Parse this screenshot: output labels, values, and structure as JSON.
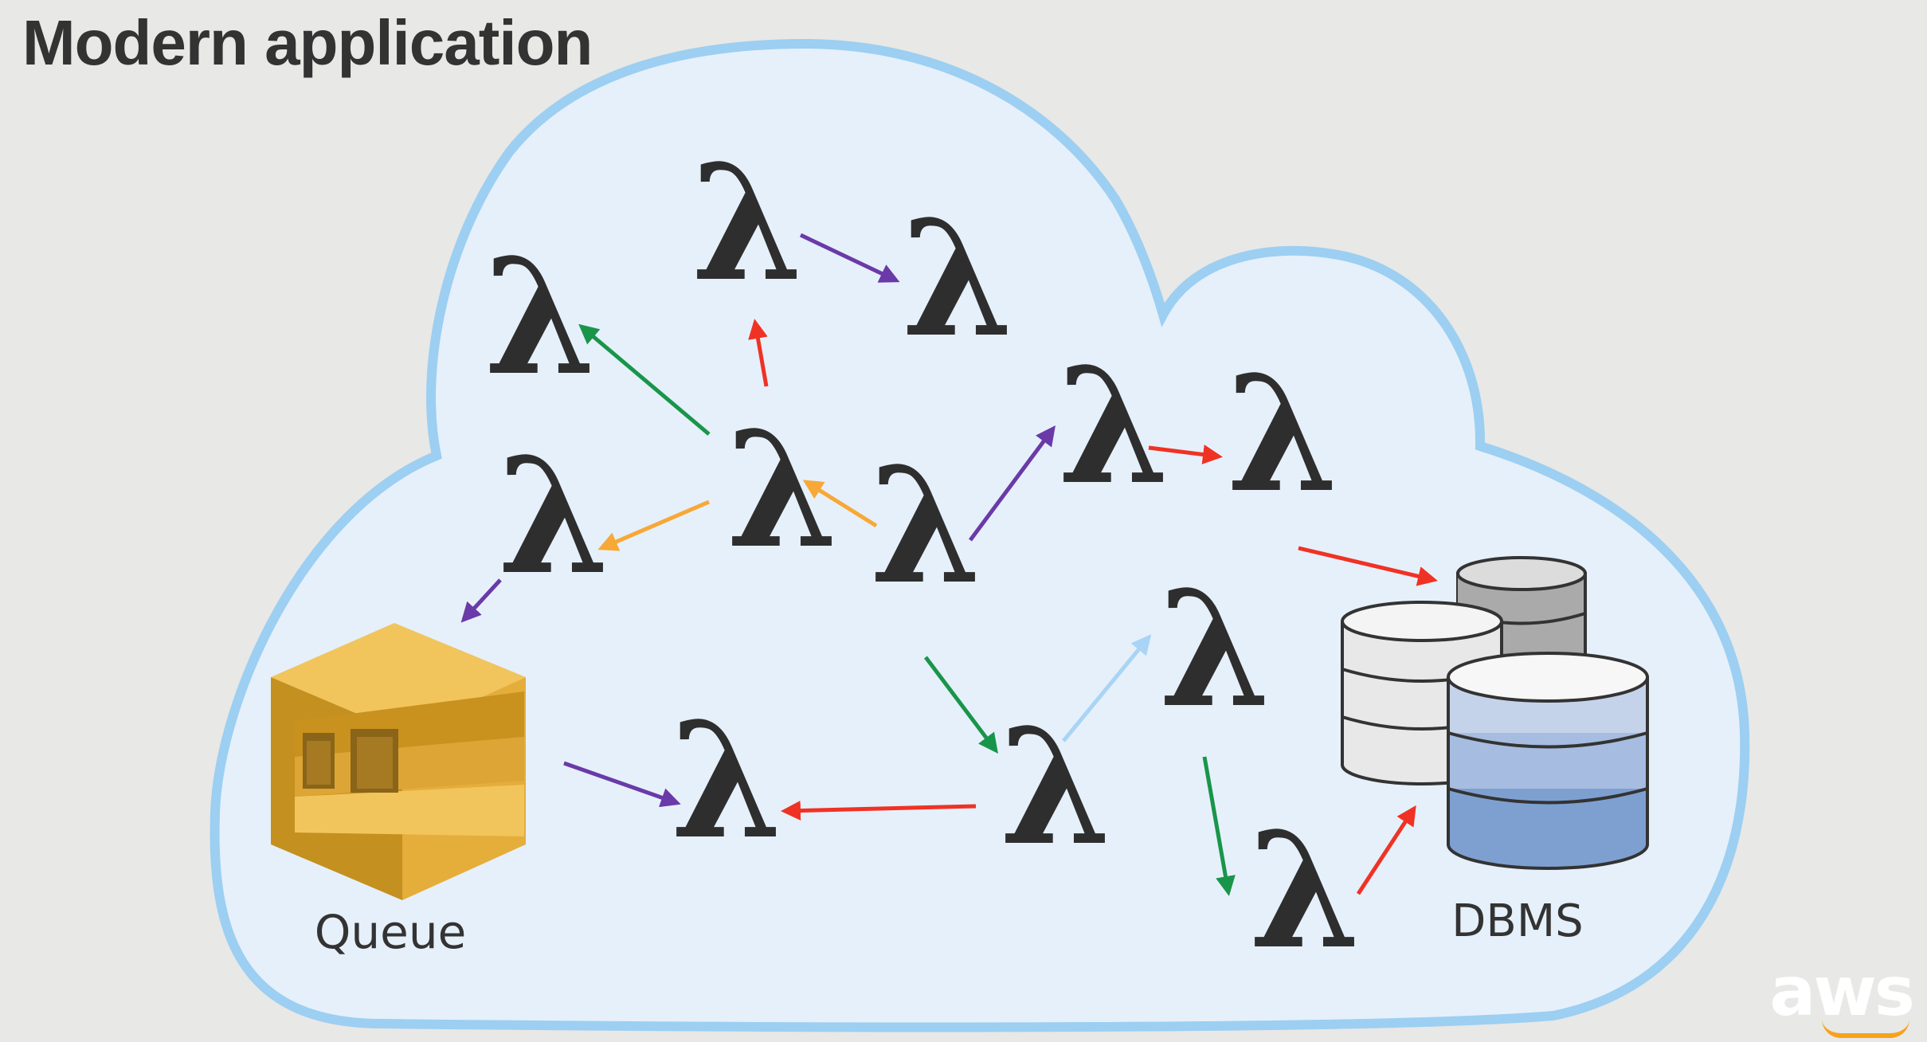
{
  "title": "Modern application",
  "node_symbol": "λ",
  "queue_label": "Queue",
  "dbms_label": "DBMS",
  "brand": "aws",
  "colors": {
    "background": "#e8e8e6",
    "cloud_fill": "#e6f0fa",
    "cloud_stroke": "#9ccff2",
    "lambda": "#2e2e2e",
    "arrow_red": "#f03224",
    "arrow_green": "#19954a",
    "arrow_purple": "#6a3aa8",
    "arrow_orange": "#f7a836",
    "arrow_lightblue": "#a9d4f5",
    "queue_gold": "#d9a32e",
    "brand_accent": "#f7a21b"
  },
  "icons": [
    "lambda-icon",
    "queue-icon",
    "database-icon",
    "aws-logo"
  ]
}
